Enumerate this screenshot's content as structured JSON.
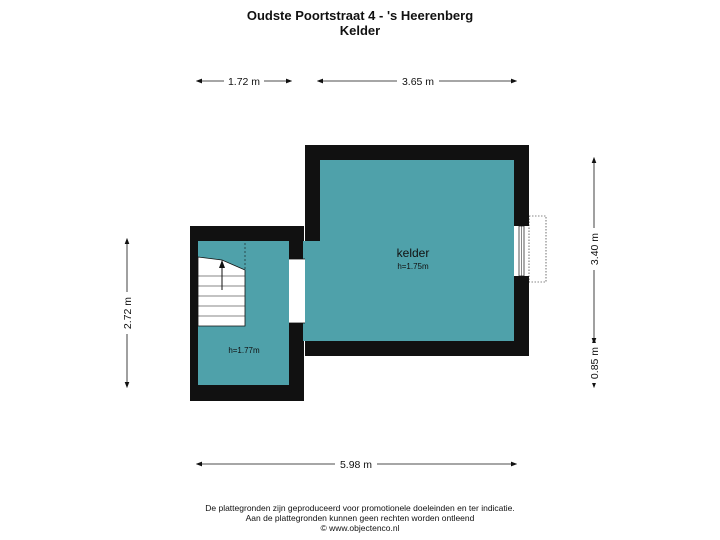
{
  "header": {
    "address": "Oudste Poortstraat 4 - 's Heerenberg",
    "floor": "Kelder"
  },
  "dimensions": {
    "top_left": "1.72 m",
    "top_right": "3.65 m",
    "left": "2.72 m",
    "right_upper": "3.40 m",
    "right_lower": "0.85 m",
    "bottom": "5.98 m"
  },
  "rooms": {
    "main": {
      "name": "kelder",
      "height": "h=1.75m"
    },
    "stair": {
      "height": "h=1.77m"
    }
  },
  "colors": {
    "floor": "#4fa1aa",
    "wall": "#111111"
  },
  "footer": {
    "line1": "De plattegronden zijn geproduceerd voor promotionele doeleinden en ter indicatie.",
    "line2": "Aan de plattegronden kunnen geen rechten worden ontleend",
    "line3": "© www.objectenco.nl"
  }
}
